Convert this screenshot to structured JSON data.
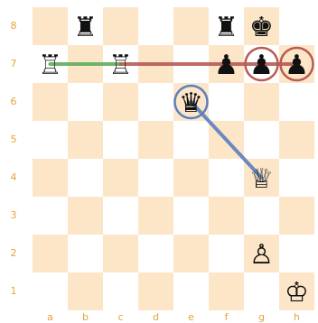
{
  "board": {
    "files": [
      "a",
      "b",
      "c",
      "d",
      "e",
      "f",
      "g",
      "h"
    ],
    "ranks": [
      "8",
      "7",
      "6",
      "5",
      "4",
      "3",
      "2",
      "1"
    ],
    "colors": {
      "light": "#fde6c8",
      "dark": "#ffffff",
      "label": "#e8a13a"
    }
  },
  "pieces": [
    {
      "square": "b8",
      "type": "rook",
      "color": "black",
      "glyph": "♜"
    },
    {
      "square": "f8",
      "type": "rook",
      "color": "black",
      "glyph": "♜"
    },
    {
      "square": "g8",
      "type": "king",
      "color": "black",
      "glyph": "♚"
    },
    {
      "square": "a7",
      "type": "rook",
      "color": "white",
      "glyph": "♖"
    },
    {
      "square": "c7",
      "type": "rook",
      "color": "white",
      "glyph": "♖"
    },
    {
      "square": "f7",
      "type": "pawn",
      "color": "black",
      "glyph": "♟"
    },
    {
      "square": "g7",
      "type": "pawn",
      "color": "black",
      "glyph": "♟"
    },
    {
      "square": "h7",
      "type": "pawn",
      "color": "black",
      "glyph": "♟"
    },
    {
      "square": "e6",
      "type": "queen",
      "color": "black",
      "glyph": "♛"
    },
    {
      "square": "g4",
      "type": "queen",
      "color": "white",
      "glyph": "♕"
    },
    {
      "square": "g2",
      "type": "pawn",
      "color": "white",
      "glyph": "♙"
    },
    {
      "square": "h1",
      "type": "king",
      "color": "white",
      "glyph": "♔"
    }
  ],
  "arrows": [
    {
      "from": "a7",
      "to": "c7",
      "color": "#5fae5f"
    },
    {
      "from": "c7",
      "to": "h7",
      "color": "#b85a55"
    },
    {
      "from": "e6",
      "to": "g4",
      "color": "#5a7fbf"
    }
  ],
  "highlights": [
    {
      "square": "e6",
      "color": "#5a7fbf"
    },
    {
      "square": "g7",
      "color": "#b85a55"
    },
    {
      "square": "h7",
      "color": "#b85a55"
    }
  ]
}
